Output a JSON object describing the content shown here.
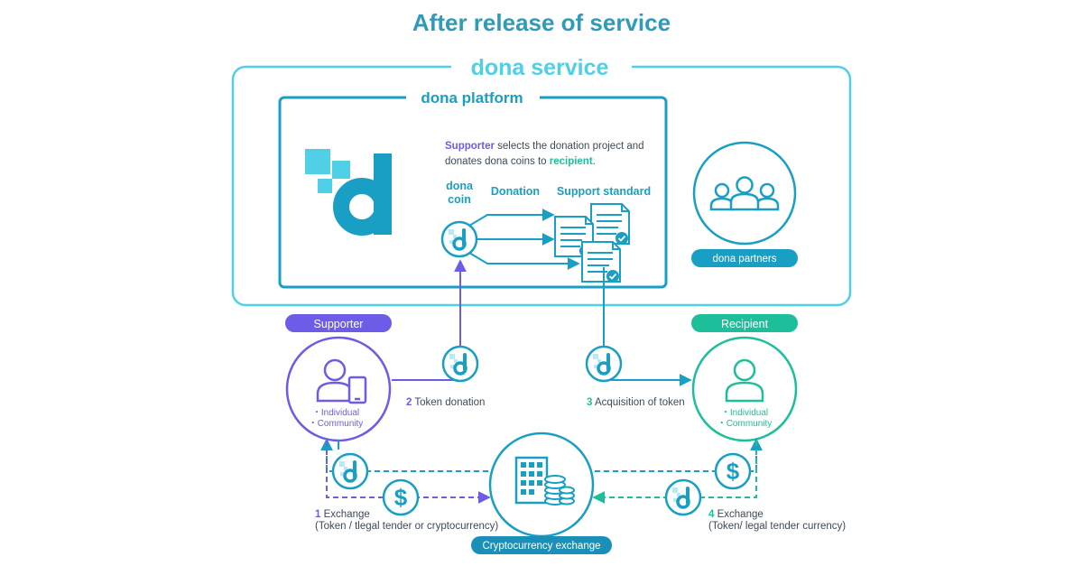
{
  "title": "After release of service",
  "service": {
    "label": "dona service"
  },
  "platform": {
    "label": "dona platform",
    "description_line1_strong": "Supporter",
    "description_line1_rest": " selects the donation project and",
    "description_line2_start": "donates dona coins to ",
    "description_line2_strong": "recipient",
    "description_line2_end": ".",
    "col_coin_line1": "dona",
    "col_coin_line2": "coin",
    "col_donation": "Donation",
    "col_support_standard": "Support standard"
  },
  "partners": {
    "label": "dona partners"
  },
  "supporter": {
    "label": "Supporter",
    "line1": "・Individual",
    "line2": "・Community"
  },
  "recipient": {
    "label": "Recipient",
    "line1": "・Individual",
    "line2": "・Community"
  },
  "steps": {
    "s2_num": "2",
    "s2_text": " Token donation",
    "s3_num": "3",
    "s3_text": " Acquisition of token",
    "s1_num": "1",
    "s1_text": " Exchange",
    "s1_sub": "(Token / tlegal tender or cryptocurrency)",
    "s4_num": "4",
    "s4_text": " Exchange",
    "s4_sub": "(Token/ legal tender currency)"
  },
  "exchange": {
    "label": "Cryptocurrency exchange"
  },
  "colors": {
    "title": "#2f9bb8",
    "teal": "#1a9fc4",
    "cyan": "#4fd0e6",
    "purple": "#6c5ce7",
    "green": "#1dbf9a",
    "partners_pill": "#1a9fc4",
    "exchange_pill": "#1a8fb8"
  },
  "icons": [
    "dona-logo-icon",
    "dona-coin-icon",
    "document-check-icon",
    "people-group-icon",
    "person-phone-icon",
    "person-icon",
    "building-icon",
    "dollar-coin-icon"
  ]
}
